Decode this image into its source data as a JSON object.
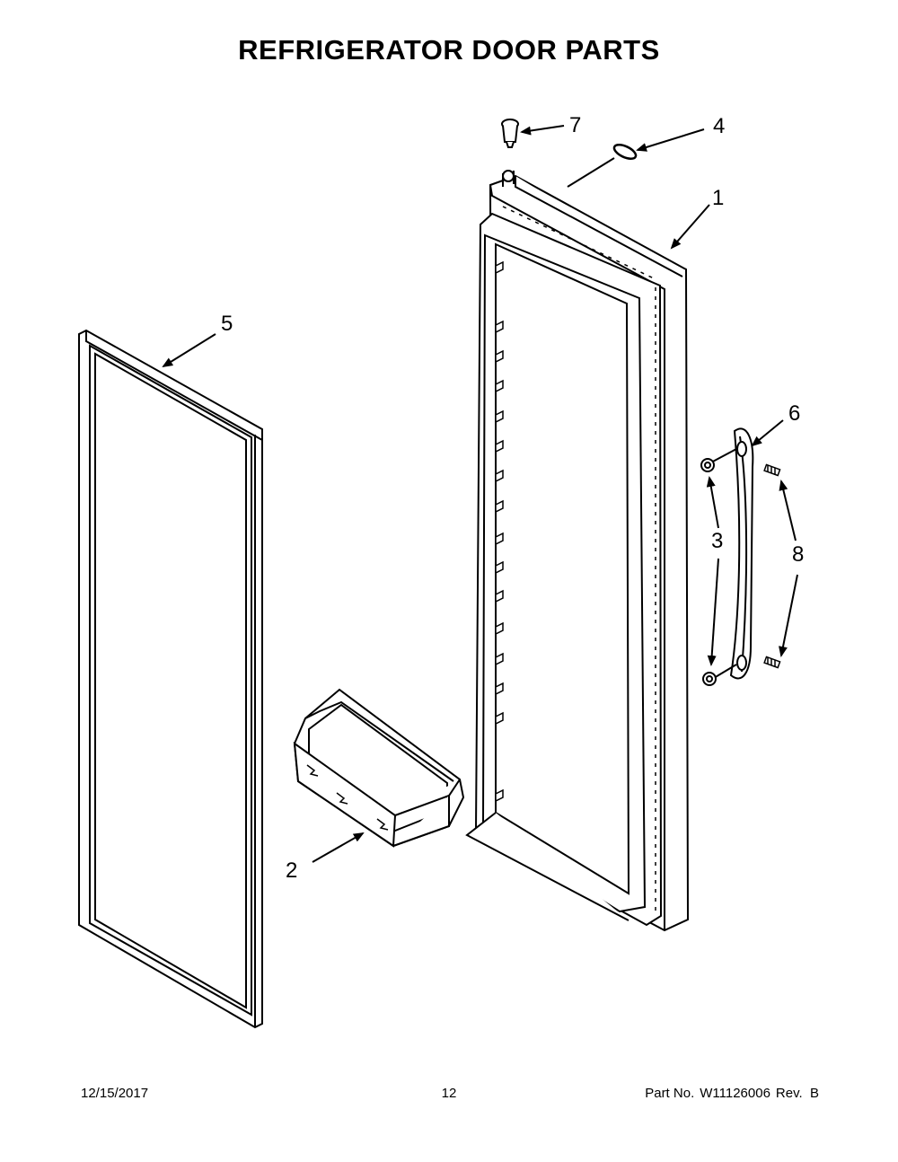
{
  "title": "REFRIGERATOR DOOR PARTS",
  "callouts": {
    "c1": "1",
    "c2": "2",
    "c3": "3",
    "c4": "4",
    "c5": "5",
    "c6": "6",
    "c7": "7",
    "c8": "8"
  },
  "footer": {
    "date": "12/15/2017",
    "page": "12",
    "part_label": "Part No.",
    "part_number": "W11126006",
    "rev": "Rev.  B"
  }
}
